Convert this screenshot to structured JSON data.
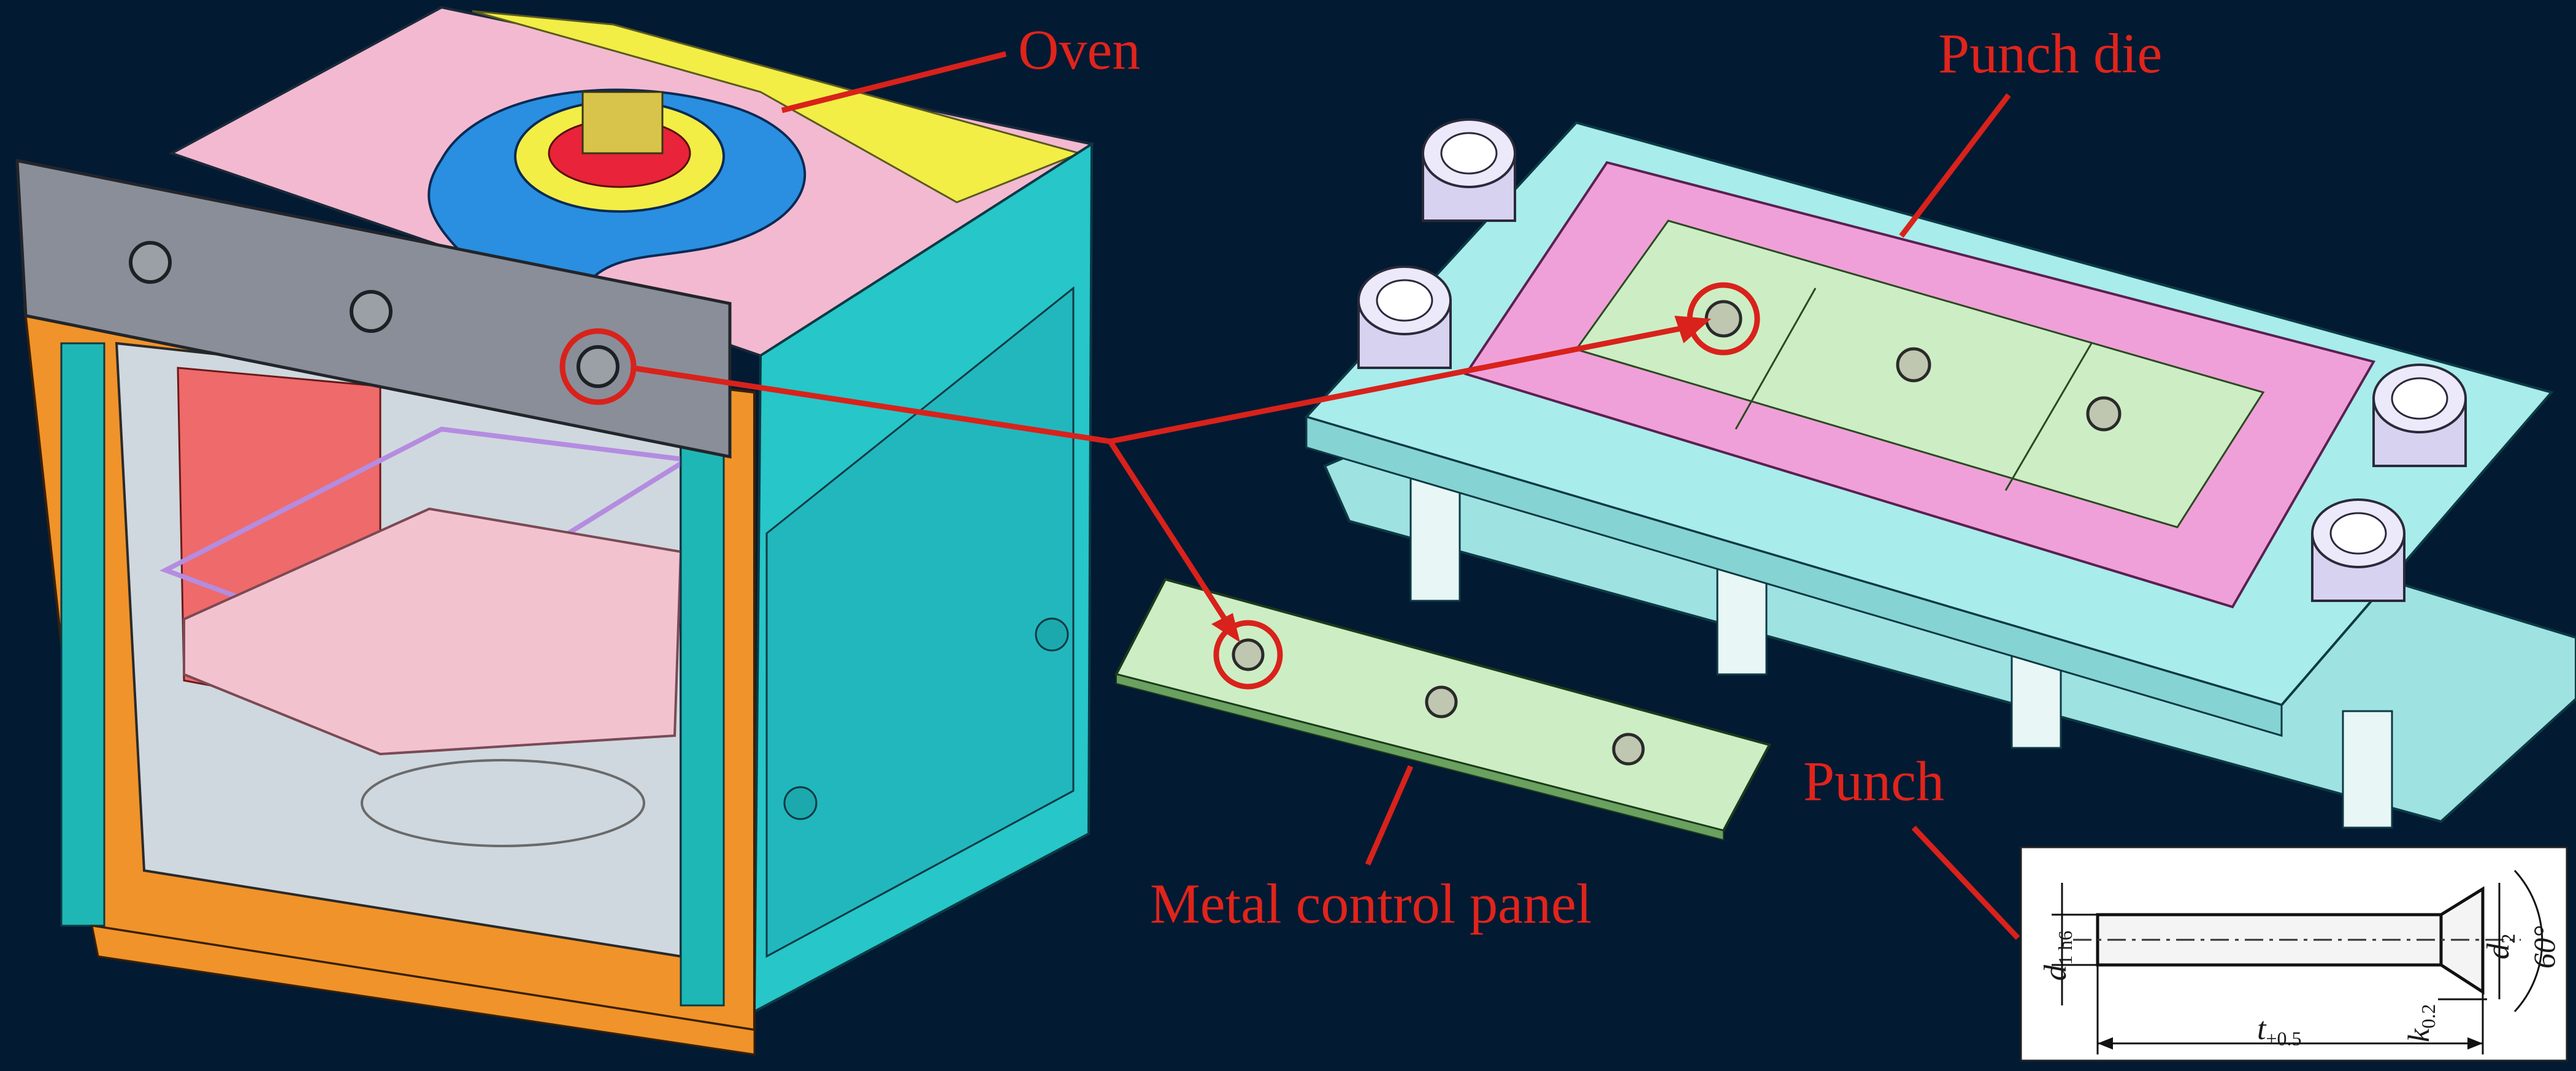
{
  "labels": {
    "oven": "Oven",
    "punch_die": "Punch die",
    "punch": "Punch",
    "panel": "Metal control panel"
  },
  "punch_drawing": {
    "d1": "d",
    "d1_sub": "1 h6",
    "d2": "d",
    "d2_sub": "2",
    "angle": "60°",
    "k": "k",
    "k_sub": "0.2",
    "t": "t",
    "t_sub": "+0.5"
  },
  "colors": {
    "background": "#031a33",
    "label_red": "#e0241b",
    "oven_body": "#27c6c8",
    "oven_door": "#f0932a",
    "oven_top": "#f3b9d0",
    "oven_top_yellow": "#f2ee45",
    "oven_blue": "#2a8fe0",
    "panel_gray": "#8a8e99",
    "die_cyan": "#a8ecec",
    "die_pink": "#f0a0d8",
    "panel_green": "#cdeec4",
    "post_lavender": "#d6d2f0"
  },
  "icons": [
    "highlight-circle-icon",
    "arrow-icon",
    "leader-line-icon"
  ]
}
